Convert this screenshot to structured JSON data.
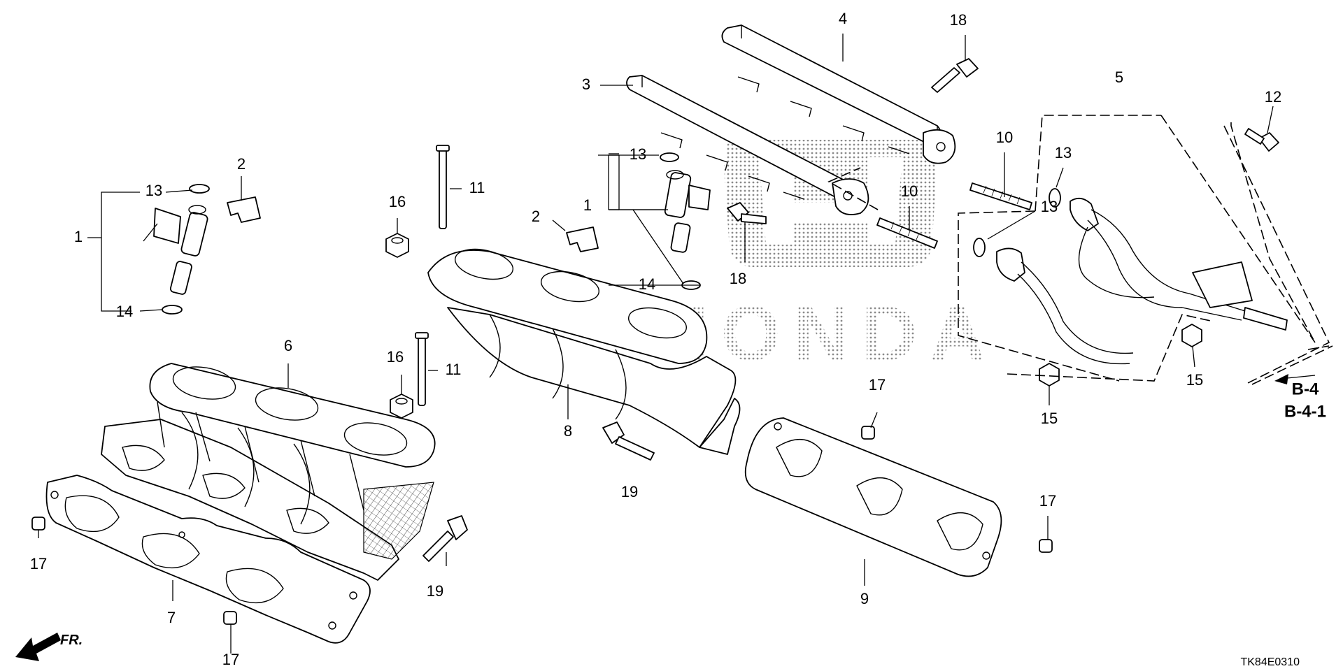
{
  "diagram_code": "TK84E0310",
  "direction_label": "FR.",
  "logo_wordmark": "HONDA",
  "reference_links": [
    "B-4",
    "B-4-1"
  ],
  "callouts": [
    {
      "id": "c1a",
      "number": "1"
    },
    {
      "id": "c13a",
      "number": "13"
    },
    {
      "id": "c14a",
      "number": "14"
    },
    {
      "id": "c2a",
      "number": "2"
    },
    {
      "id": "c6",
      "number": "6"
    },
    {
      "id": "c7",
      "number": "7"
    },
    {
      "id": "c17a",
      "number": "17"
    },
    {
      "id": "c17b",
      "number": "17"
    },
    {
      "id": "c16a",
      "number": "16"
    },
    {
      "id": "c16b",
      "number": "16"
    },
    {
      "id": "c11a",
      "number": "11"
    },
    {
      "id": "c11b",
      "number": "11"
    },
    {
      "id": "c19a",
      "number": "19"
    },
    {
      "id": "c2b",
      "number": "2"
    },
    {
      "id": "c8",
      "number": "8"
    },
    {
      "id": "c3",
      "number": "3"
    },
    {
      "id": "c4",
      "number": "4"
    },
    {
      "id": "c18a",
      "number": "18"
    },
    {
      "id": "c18b",
      "number": "18"
    },
    {
      "id": "c13b",
      "number": "13"
    },
    {
      "id": "c1b",
      "number": "1"
    },
    {
      "id": "c14b",
      "number": "14"
    },
    {
      "id": "c19b",
      "number": "19"
    },
    {
      "id": "c17c",
      "number": "17"
    },
    {
      "id": "c17d",
      "number": "17"
    },
    {
      "id": "c9",
      "number": "9"
    },
    {
      "id": "c10a",
      "number": "10"
    },
    {
      "id": "c10b",
      "number": "10"
    },
    {
      "id": "c13c",
      "number": "13"
    },
    {
      "id": "c13d",
      "number": "13"
    },
    {
      "id": "c5",
      "number": "5"
    },
    {
      "id": "c12",
      "number": "12"
    },
    {
      "id": "c15a",
      "number": "15"
    },
    {
      "id": "c15b",
      "number": "15"
    }
  ]
}
